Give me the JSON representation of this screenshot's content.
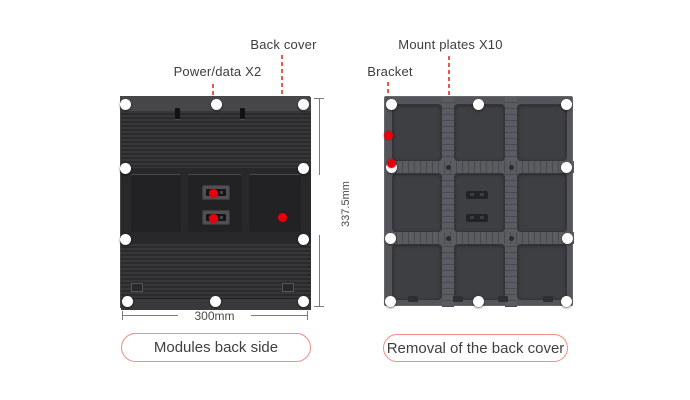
{
  "colors": {
    "accent_red": "#e85a4f",
    "dot_red": "#e8000d",
    "pill_border": "#ef8d86",
    "module_dark": "#2e2e30",
    "frame_gray": "#54555a",
    "text_dark": "#3d3d3f",
    "dim_line_gray": "#7b7b7b",
    "background": "#ffffff"
  },
  "left_figure": {
    "callouts": {
      "back_cover": "Back cover",
      "power_data": "Power/data X2"
    },
    "dimensions": {
      "height_label": "337.5mm",
      "width_label": "300mm"
    },
    "caption": "Modules back side",
    "screw_hole_count": 10
  },
  "right_figure": {
    "callouts": {
      "mount_plates": "Mount plates X10",
      "bracket": "Bracket"
    },
    "caption": "Removal of the back cover",
    "screw_hole_count": 10,
    "grid": "3x3"
  }
}
